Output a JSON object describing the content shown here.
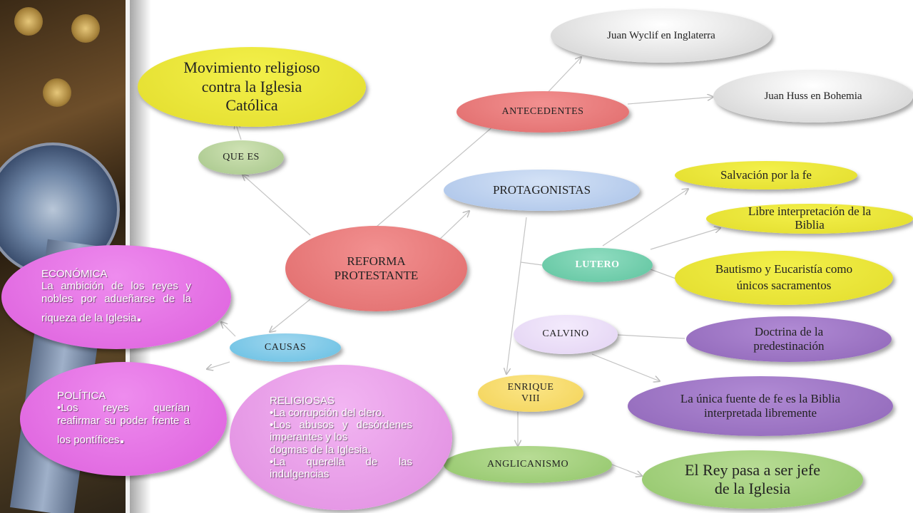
{
  "diagram": {
    "center": "REFORMA PROTESTANTE",
    "que_es": {
      "label": "QUE ES",
      "definition": "Movimiento religioso contra la Iglesia Católica"
    },
    "antecedentes": {
      "label": "ANTECEDENTES",
      "items": [
        "Juan Wyclif en Inglaterra",
        "Juan Huss en Bohemia"
      ]
    },
    "protagonistas": {
      "label": "PROTAGONISTAS",
      "lutero": {
        "label": "LUTERO",
        "ideas": [
          "Salvación por la fe",
          "Libre interpretación de la Biblia",
          "Bautismo y Eucaristía como únicos sacramentos"
        ]
      },
      "calvino": {
        "label": "CALVINO",
        "ideas": [
          "Doctrina de la predestinación",
          "La única fuente de fe es la Biblia interpretada libremente"
        ]
      },
      "enrique": {
        "label": "ENRIQUE VIII",
        "result": "ANGLICANISMO",
        "idea": "El Rey pasa a ser jefe de la Iglesia"
      }
    },
    "causas": {
      "label": "CAUSAS",
      "economica": {
        "title": "ECONÓMICA",
        "text": "La ambición de los reyes y nobles por adueñarse de la riqueza de la Iglesia",
        "end": "."
      },
      "politica": {
        "title": "POLÍTICA",
        "text": "Los reyes querían reafirmar su poder frente a los pontífices",
        "end": "."
      },
      "religiosas": {
        "title": "RELIGIOSAS",
        "items": [
          "La corrupción del clero.",
          "Los abusos y desórdenes imperantes y los",
          "dogmas de la Iglesia.",
          "La querella de las indulgencias"
        ]
      }
    }
  }
}
